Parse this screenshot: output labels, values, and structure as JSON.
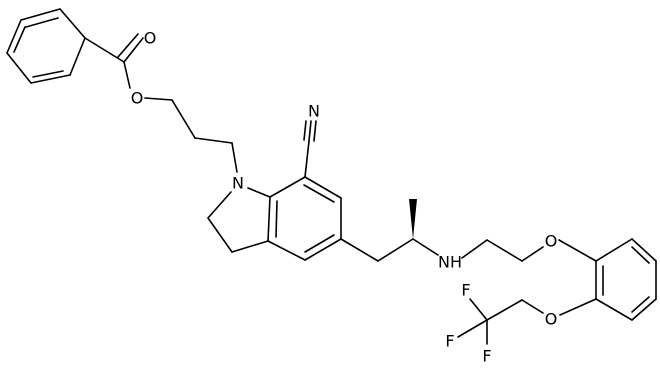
{
  "atoms": {
    "o_carbonyl": "O",
    "o_ester": "O",
    "nitrile_n": "N",
    "ring_n": "N",
    "amine_nh": "NH",
    "ether_o1": "O",
    "ether_o2": "O",
    "f1": "F",
    "f2": "F",
    "f3": "F"
  },
  "colors": {
    "ink": "#000000",
    "background": "#ffffff"
  }
}
